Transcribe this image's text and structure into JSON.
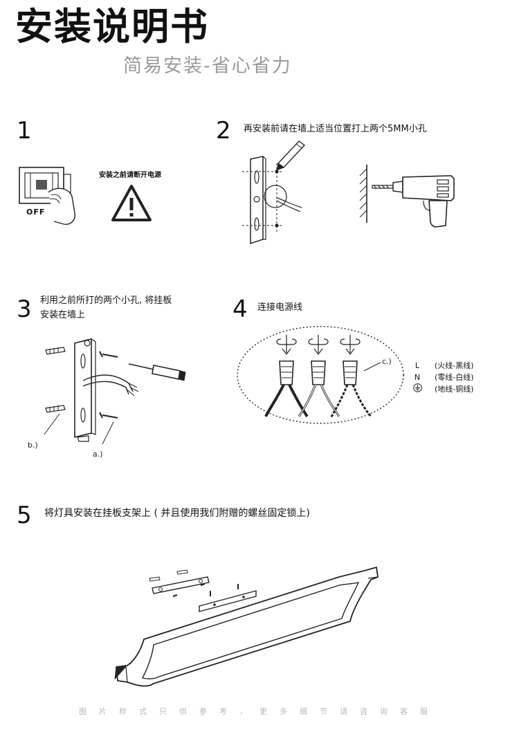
{
  "header": {
    "title": "安装说明书",
    "subtitle": "简易安装-省心省力"
  },
  "steps": [
    {
      "number": "1",
      "text": "",
      "warning": "安装之前请断开电源",
      "switch_label": "OFF"
    },
    {
      "number": "2",
      "text": "再安装前请在墙上适当位置打上两个5MM小孔"
    },
    {
      "number": "3",
      "text_line1": "利用之前所打的两个小孔, 将挂板",
      "text_line2": "安装在墙上",
      "label_a": "a.)",
      "label_b": "b.)"
    },
    {
      "number": "4",
      "text": "连接电源线",
      "label_c": "c.)",
      "legend": [
        {
          "symbol": "L",
          "desc": "(火线-黑线)"
        },
        {
          "symbol": "N",
          "desc": "(零线-白线)"
        },
        {
          "symbol": "ground-icon",
          "desc": "(地线-铜线)"
        }
      ]
    },
    {
      "number": "5",
      "text": "将灯具安装在挂板支架上 ( 并且使用我们附赠的螺丝固定锁上)"
    }
  ],
  "footer": {
    "text": "图片样式只供参考，更多细节请咨询客服"
  }
}
